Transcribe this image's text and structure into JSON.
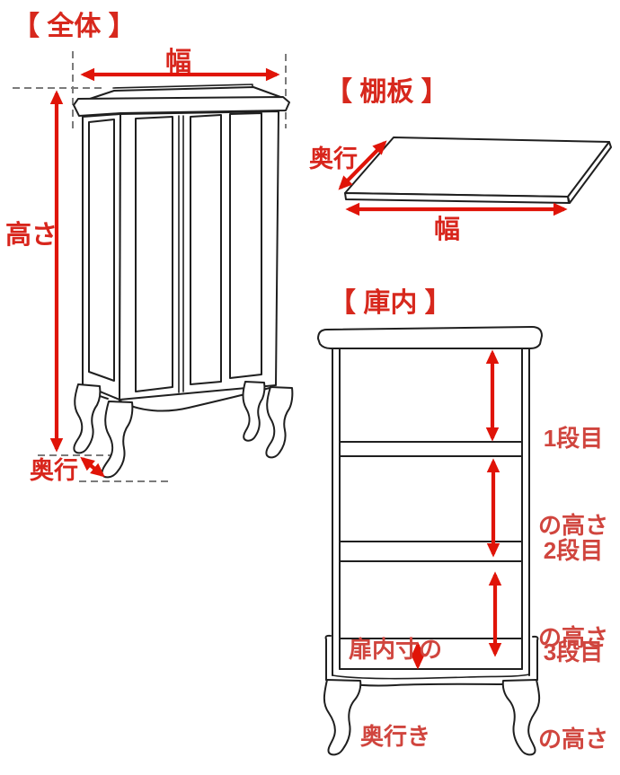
{
  "colors": {
    "bg": "#ffffff",
    "header_red": "#d7281d",
    "label_red": "#d8251c",
    "tier_red": "#d0453e",
    "arrow_red": "#e01408",
    "line_black": "#1f1f1f",
    "dash_gray": "#7b7b7b"
  },
  "sections": {
    "overall": {
      "title": "【 全体 】",
      "width_label": "幅",
      "height_label": "高さ",
      "depth_label": "奥行"
    },
    "shelf": {
      "title": "【 棚板 】",
      "depth_label": "奥行",
      "width_label": "幅"
    },
    "interior": {
      "title": "【 庫内 】",
      "tier1": {
        "line1": "1段目",
        "line2": "の高さ"
      },
      "tier2": {
        "line1": "2段目",
        "line2": "の高さ"
      },
      "tier3": {
        "line1": "3段目",
        "line2": "の高さ"
      },
      "door_depth": {
        "line1": "扉内寸の",
        "line2": "奥行き"
      }
    }
  }
}
